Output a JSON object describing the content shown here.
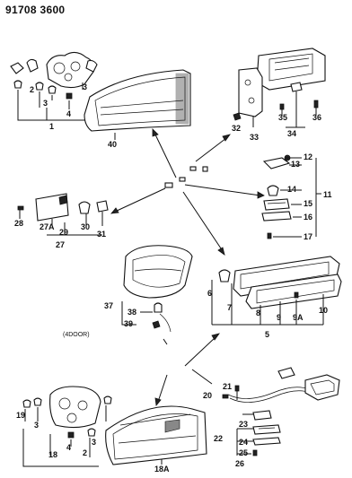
{
  "header": {
    "doc_number": "91708 3600"
  },
  "note": {
    "four_door": "(4DOOR)"
  },
  "callouts": [
    {
      "id": "c1",
      "text": "1"
    },
    {
      "id": "c2",
      "text": "2"
    },
    {
      "id": "c3",
      "text": "3"
    },
    {
      "id": "c3b",
      "text": "3"
    },
    {
      "id": "c4",
      "text": "4"
    },
    {
      "id": "c40",
      "text": "40"
    },
    {
      "id": "c32",
      "text": "32"
    },
    {
      "id": "c33",
      "text": "33"
    },
    {
      "id": "c35",
      "text": "35"
    },
    {
      "id": "c34",
      "text": "34"
    },
    {
      "id": "c36",
      "text": "36"
    },
    {
      "id": "c12",
      "text": "12"
    },
    {
      "id": "c13",
      "text": "13"
    },
    {
      "id": "c14",
      "text": "14"
    },
    {
      "id": "c15",
      "text": "15"
    },
    {
      "id": "c11",
      "text": "11"
    },
    {
      "id": "c16",
      "text": "16"
    },
    {
      "id": "c17",
      "text": "17"
    },
    {
      "id": "c28",
      "text": "28"
    },
    {
      "id": "c27a",
      "text": "27A"
    },
    {
      "id": "c29",
      "text": "29"
    },
    {
      "id": "c30",
      "text": "30"
    },
    {
      "id": "c31",
      "text": "31"
    },
    {
      "id": "c27",
      "text": "27"
    },
    {
      "id": "c37",
      "text": "37"
    },
    {
      "id": "c38",
      "text": "38"
    },
    {
      "id": "c39",
      "text": "39"
    },
    {
      "id": "c6",
      "text": "6"
    },
    {
      "id": "c7",
      "text": "7"
    },
    {
      "id": "c8",
      "text": "8"
    },
    {
      "id": "c9",
      "text": "9"
    },
    {
      "id": "c9a",
      "text": "9A"
    },
    {
      "id": "c10",
      "text": "10"
    },
    {
      "id": "c5",
      "text": "5"
    },
    {
      "id": "c19",
      "text": "19"
    },
    {
      "id": "c3c",
      "text": "3"
    },
    {
      "id": "c4b",
      "text": "4"
    },
    {
      "id": "c3d",
      "text": "3"
    },
    {
      "id": "c2b",
      "text": "2"
    },
    {
      "id": "c18",
      "text": "18"
    },
    {
      "id": "c18a",
      "text": "18A"
    },
    {
      "id": "c20",
      "text": "20"
    },
    {
      "id": "c21",
      "text": "21"
    },
    {
      "id": "c23",
      "text": "23"
    },
    {
      "id": "c22",
      "text": "22"
    },
    {
      "id": "c24",
      "text": "24"
    },
    {
      "id": "c25",
      "text": "25"
    },
    {
      "id": "c26",
      "text": "26"
    }
  ]
}
